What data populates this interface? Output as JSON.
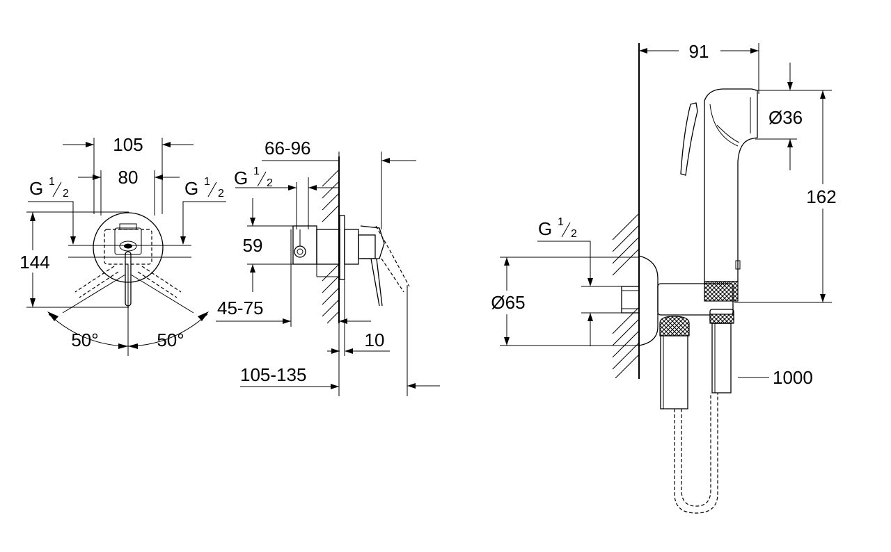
{
  "front_view": {
    "width_overall": "105",
    "inlet_spacing": "80",
    "height": "144",
    "angle_left": "50°",
    "angle_right": "50°",
    "thread_left": {
      "prefix": "G",
      "num": "1",
      "den": "2"
    },
    "thread_right": {
      "prefix": "G",
      "num": "1",
      "den": "2"
    }
  },
  "side_view": {
    "wall_depth": "66-96",
    "thread": {
      "prefix": "G",
      "num": "1",
      "den": "2"
    },
    "center_height": "59",
    "body_depth": "45-75",
    "rosette": "10",
    "total_projection": "105-135"
  },
  "handshower_view": {
    "projection": "91",
    "head_diameter": "Ø36",
    "height": "162",
    "thread": {
      "prefix": "G",
      "num": "1",
      "den": "2"
    },
    "elbow_diameter": "Ø65",
    "hose_length": "1000"
  }
}
